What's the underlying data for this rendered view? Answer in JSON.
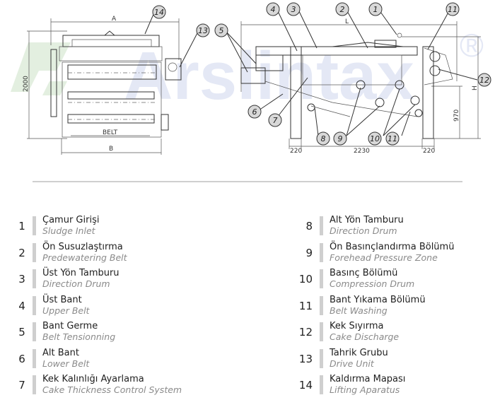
{
  "watermark": {
    "brand": "Arslintax",
    "registered_symbol": "®",
    "colors": {
      "logo_green": "#e3efe0",
      "text_blue": "#e4e8f5"
    }
  },
  "front_view": {
    "dimension_labels": {
      "width_top": "A",
      "height": "2000",
      "belt": "BELT",
      "width_bottom": "B"
    },
    "callouts": [
      "14",
      "13"
    ]
  },
  "side_view": {
    "dimension_labels": {
      "length": "L",
      "height": "H",
      "leg_height": "970",
      "leg_left": "220",
      "span": "2230",
      "leg_right": "220"
    },
    "callouts": [
      "5",
      "4",
      "3",
      "2",
      "1",
      "11",
      "12",
      "6",
      "7",
      "8",
      "9",
      "10",
      "11"
    ]
  },
  "legend": {
    "left": [
      {
        "num": "1",
        "tr": "Çamur Girişi",
        "en": "Sludge Inlet"
      },
      {
        "num": "2",
        "tr": "Ön Susuzlaştırma",
        "en": "Predewatering Belt"
      },
      {
        "num": "3",
        "tr": "Üst Yön Tamburu",
        "en": "Direction Drum"
      },
      {
        "num": "4",
        "tr": "Üst Bant",
        "en": "Upper Belt"
      },
      {
        "num": "5",
        "tr": "Bant Germe",
        "en": "Belt Tensionning"
      },
      {
        "num": "6",
        "tr": "Alt Bant",
        "en": "Lower Belt"
      },
      {
        "num": "7",
        "tr": "Kek Kalınlığı Ayarlama",
        "en": "Cake Thickness Control System"
      }
    ],
    "right": [
      {
        "num": "8",
        "tr": "Alt Yön Tamburu",
        "en": "Direction Drum"
      },
      {
        "num": "9",
        "tr": "Ön Basınçlandırma Bölümü",
        "en": "Forehead Pressure Zone"
      },
      {
        "num": "10",
        "tr": "Basınç Bölümü",
        "en": "Compression Drum"
      },
      {
        "num": "11",
        "tr": "Bant Yıkama Bölümü",
        "en": "Belt Washing"
      },
      {
        "num": "12",
        "tr": "Kek Sıyırma",
        "en": "Cake Discharge"
      },
      {
        "num": "13",
        "tr": "Tahrik Grubu",
        "en": "Drive Unit"
      },
      {
        "num": "14",
        "tr": "Kaldırma Mapası",
        "en": "Lifting Aparatus"
      }
    ]
  }
}
